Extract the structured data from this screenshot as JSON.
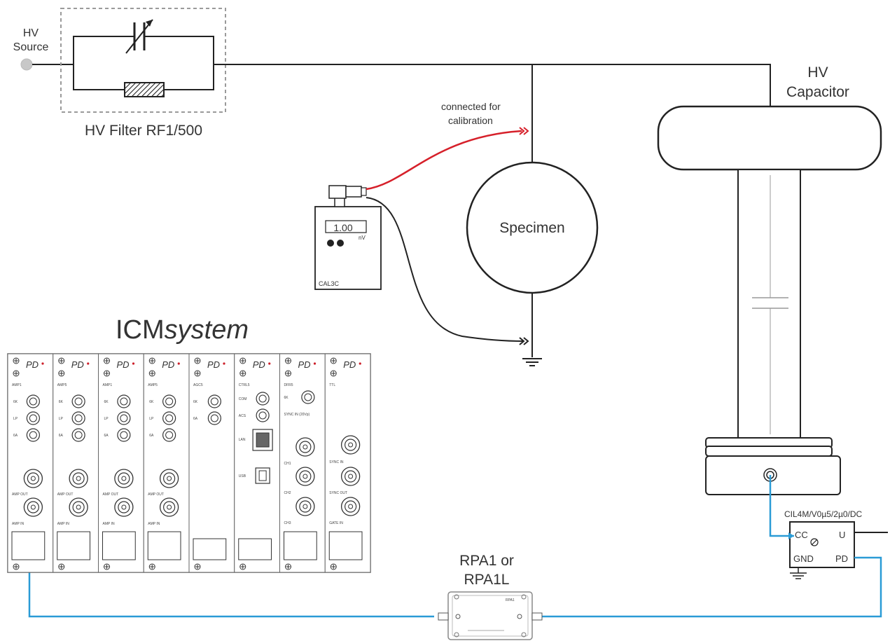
{
  "labels": {
    "hv_source_line1": "HV",
    "hv_source_line2": "Source",
    "hv_filter": "HV Filter RF1/500",
    "hv_capacitor_line1": "HV",
    "hv_capacitor_line2": "Capacitor",
    "calibration_line1": "connected for",
    "calibration_line2": "calibration",
    "specimen": "Specimen",
    "calibrator_display": "1.00",
    "calibrator_unit": "nV",
    "calibrator_name": "CAL3C",
    "icm_prefix": "ICM",
    "icm_suffix": "system",
    "rpa_line1": "RPA1 or",
    "rpa_line2": "RPA1L",
    "rpa_tag": "RPA1",
    "coupler_model": "CIL4M/V0µ5/2µ0/DC",
    "coupler_cc": "CC",
    "coupler_u": "U",
    "coupler_gnd": "GND",
    "coupler_pd": "PD"
  },
  "modules": [
    {
      "brand": "PD",
      "name": "AMP1",
      "labels": [
        "6K",
        "LP",
        "6A"
      ],
      "bottom": [
        "AMP OUT",
        "AMP IN"
      ]
    },
    {
      "brand": "PD",
      "name": "AMP5",
      "labels": [
        "6K",
        "LP",
        "6A"
      ],
      "bottom": [
        "AMP OUT",
        "AMP IN"
      ]
    },
    {
      "brand": "PD",
      "name": "AMP1",
      "labels": [
        "6K",
        "LP",
        "6A"
      ],
      "bottom": [
        "AMP OUT",
        "AMP IN"
      ]
    },
    {
      "brand": "PD",
      "name": "AMP5",
      "labels": [
        "6K",
        "LP",
        "6A"
      ],
      "bottom": [
        "AMP OUT",
        "AMP IN"
      ]
    },
    {
      "brand": "PD",
      "name": "AGC5",
      "labels": [
        "6K",
        "6A"
      ],
      "bottom": []
    },
    {
      "brand": "PD",
      "name": "CTRL5",
      "labels": [
        "COM",
        "ACS",
        "LAN",
        "USB"
      ],
      "bottom": []
    },
    {
      "brand": "PD",
      "name": "DFR5",
      "labels": [
        "6K",
        "SYNC IN (20Vp)",
        "CH1",
        "CH2",
        "CH3"
      ],
      "bottom": []
    },
    {
      "brand": "PD",
      "name": "TTL",
      "labels": [
        "SYNC IN",
        "SYNC OUT",
        "GATE IN"
      ],
      "bottom": []
    }
  ],
  "colors": {
    "wire": "#222222",
    "signal_cable": "#2a9bd6",
    "calibration_cable": "#d6202a",
    "filter_box": "#9a9a9a",
    "brand_red": "#cc1f2a"
  }
}
